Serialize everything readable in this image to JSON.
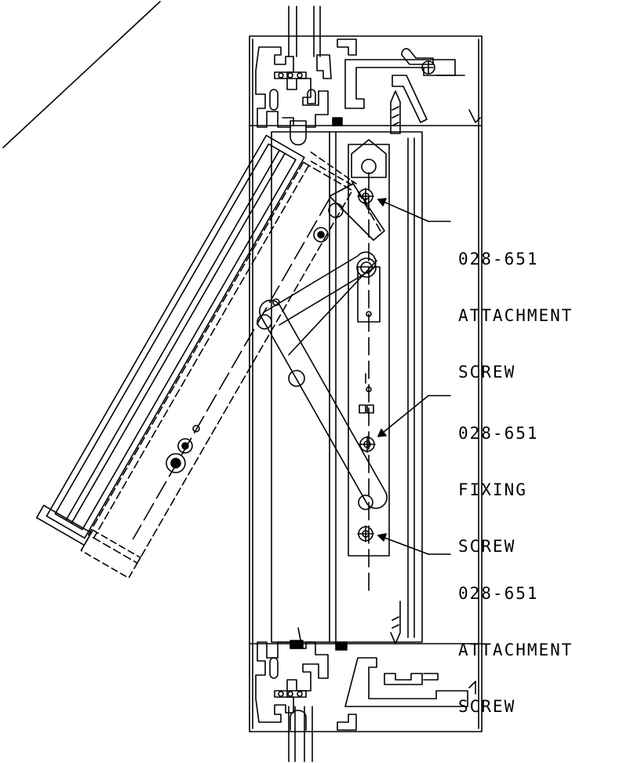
{
  "callouts": [
    {
      "part": "028-651",
      "desc": "ATTACHMENT",
      "desc2": "SCREW"
    },
    {
      "part": "028-651",
      "desc": "FIXING",
      "desc2": "SCREW"
    },
    {
      "part": "028-651",
      "desc": "ATTACHMENT",
      "desc2": "SCREW"
    }
  ],
  "colors": {
    "line": "#000000",
    "background": "#ffffff"
  }
}
